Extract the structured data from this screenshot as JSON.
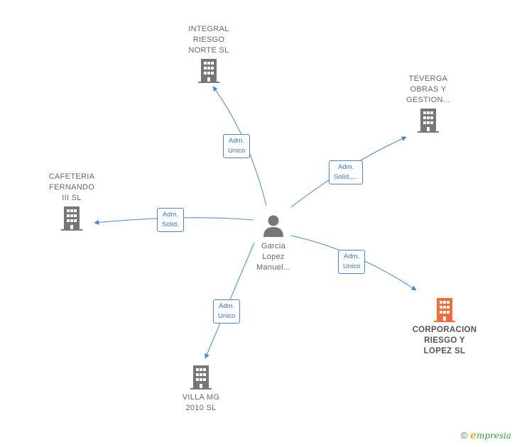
{
  "colors": {
    "edge": "#4a86cf",
    "building_gray": "#777777",
    "building_highlight": "#f26b3a",
    "person": "#777777"
  },
  "person": {
    "name": "Garcia\nLopez\nManuel..."
  },
  "companies": {
    "integral": {
      "name": "INTEGRAL\nRIESGO\nNORTE  SL"
    },
    "teverga": {
      "name": "TEVERGA\nOBRAS Y\nGESTION..."
    },
    "cafeteria": {
      "name": "CAFETERIA\nFERNANDO\nIII SL"
    },
    "corporacion": {
      "name": "CORPORACION\nRIESGO Y\nLOPEZ  SL"
    },
    "villa": {
      "name": "VILLA MG\n2010 SL"
    }
  },
  "roles": {
    "integral": "Adm.\nUnico",
    "teverga": "Adm.\nSolid.,...",
    "cafeteria": "Adm.\nSolid.",
    "corporacion": "Adm.\nUnico",
    "villa": "Adm.\nUnico"
  },
  "footer": {
    "copyright": "©",
    "brand_initial": "e",
    "brand_rest": "mpresia"
  }
}
